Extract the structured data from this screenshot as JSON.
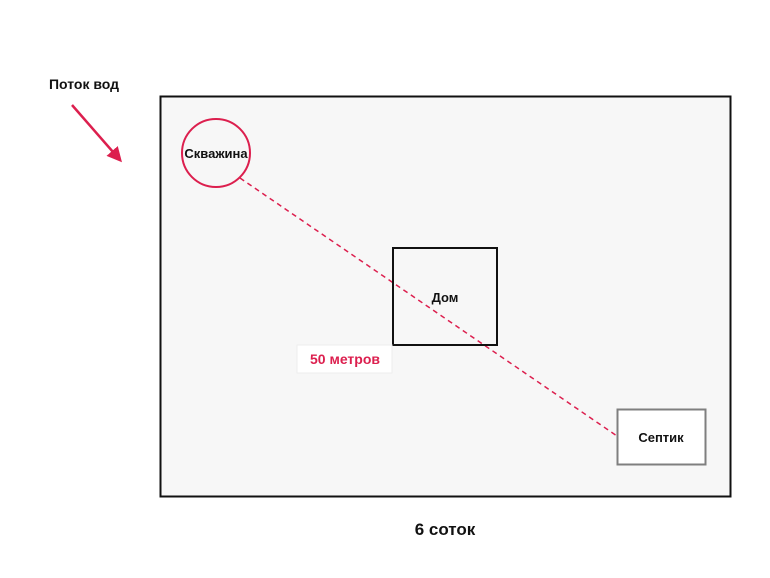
{
  "flow_label": "Поток вод",
  "plot_label": "6 соток",
  "well_label": "Скважина",
  "house_label": "Дом",
  "septic_label": "Септик",
  "distance_label": "50 метров",
  "colors": {
    "accent": "#dc1f4e",
    "plot_fill": "#f7f7f7",
    "plot_border": "#111111",
    "septic_border": "#7f7f7f"
  }
}
